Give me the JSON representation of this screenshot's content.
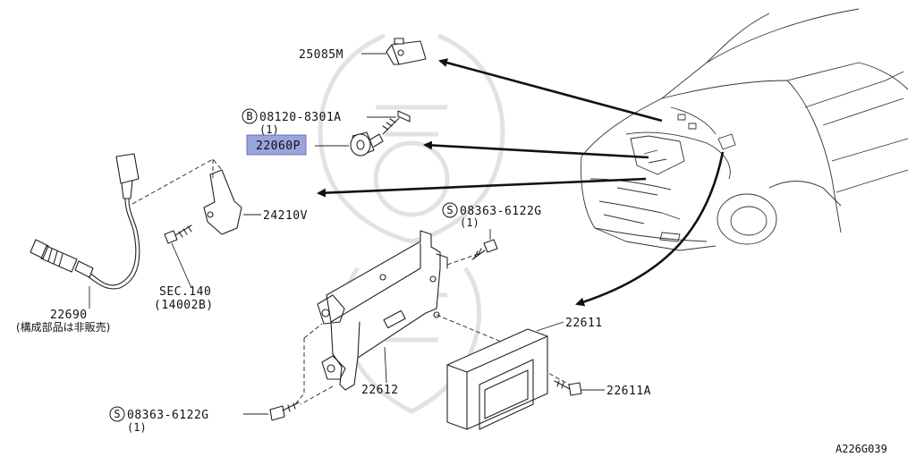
{
  "labels": {
    "p25085m": "25085M",
    "bolt_b_code": "08120-8301A",
    "bolt_b_qty": "(1)",
    "p22060p": "22060P",
    "p24210v": "24210V",
    "sec_ref": "SEC.140",
    "sec_sub": "(14002B)",
    "p22690": "22690",
    "p22690_note": "(構成部品は非販売)",
    "screw_s_top_code": "08363-6122G",
    "screw_s_top_qty": "(1)",
    "p22611": "22611",
    "p22612": "22612",
    "p22611a": "22611A",
    "screw_s_bot_code": "08363-6122G",
    "screw_s_bot_qty": "(1)",
    "diagram_code": "A226G039",
    "circle_b": "B",
    "circle_s": "S"
  },
  "colors": {
    "highlight": "#9aa4dd",
    "line": "#222222",
    "watermark": "#e2e2e2"
  }
}
